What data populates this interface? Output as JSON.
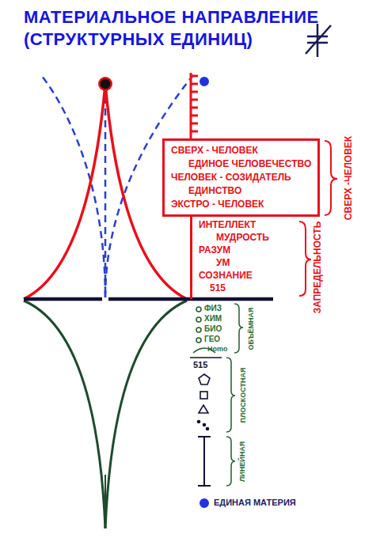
{
  "diagram": {
    "title": "МАТЕРИАЛЬНОЕ НАПРАВЛЕНИЕ (СТРУКТУРНЫХ ЕДИНИЦ)",
    "nodes": [
      {
        "text": [
          "СВЕРХ - ЧЕЛОВЕК",
          "ЕДИНОЕ ЧЕЛОВЕЧЕСТВО",
          "ЧЕЛОВЕК - СОЗИДАТЕЛЬ",
          "ЕДИНСТВО",
          "ЭКСТРО - ЧЕЛОВЕК"
        ]
      },
      {
        "text": [
          "ИНТЕЛЛЕКТ",
          "МУДРОСТЬ",
          "РАЗУМ",
          "УМ",
          "СОЗНАНИЕ",
          "515"
        ]
      }
    ],
    "labels": [
      "СВЕРХ -ЧЕЛОВЕК",
      "ЗАПРЕДЕЛЬНОСТЬ",
      "ФИЗ",
      "ХИМ",
      "БИО",
      "ГЕО",
      "Homo",
      "ОБЪЁМНАЯ",
      "515",
      "ПЛОСКОСТНАЯ",
      "ЛИНЕЙНАЯ",
      "ЕДИНАЯ МАТЕРИЯ"
    ]
  }
}
